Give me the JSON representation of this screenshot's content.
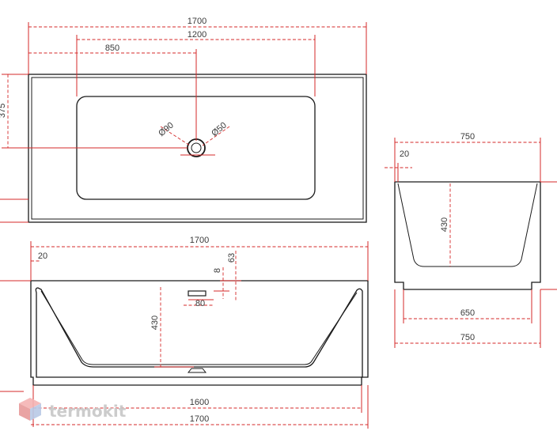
{
  "views": {
    "top": {
      "overall_length": "1700",
      "inner_length": "1200",
      "drain_offset": "850",
      "drain_outer": "Ø90",
      "drain_inner": "Ø50",
      "side_offset": "375"
    },
    "front": {
      "overall_length": "1700",
      "rim": "20",
      "depth": "430",
      "overflow_height": "63",
      "overflow_gap": "8",
      "overflow_width": "80",
      "base_length": "1600",
      "bottom_length": "1700"
    },
    "side": {
      "overall_width": "750",
      "rim": "20",
      "depth": "430",
      "base_width": "650",
      "bottom_width": "750"
    }
  },
  "watermark": {
    "text": "termokit"
  }
}
